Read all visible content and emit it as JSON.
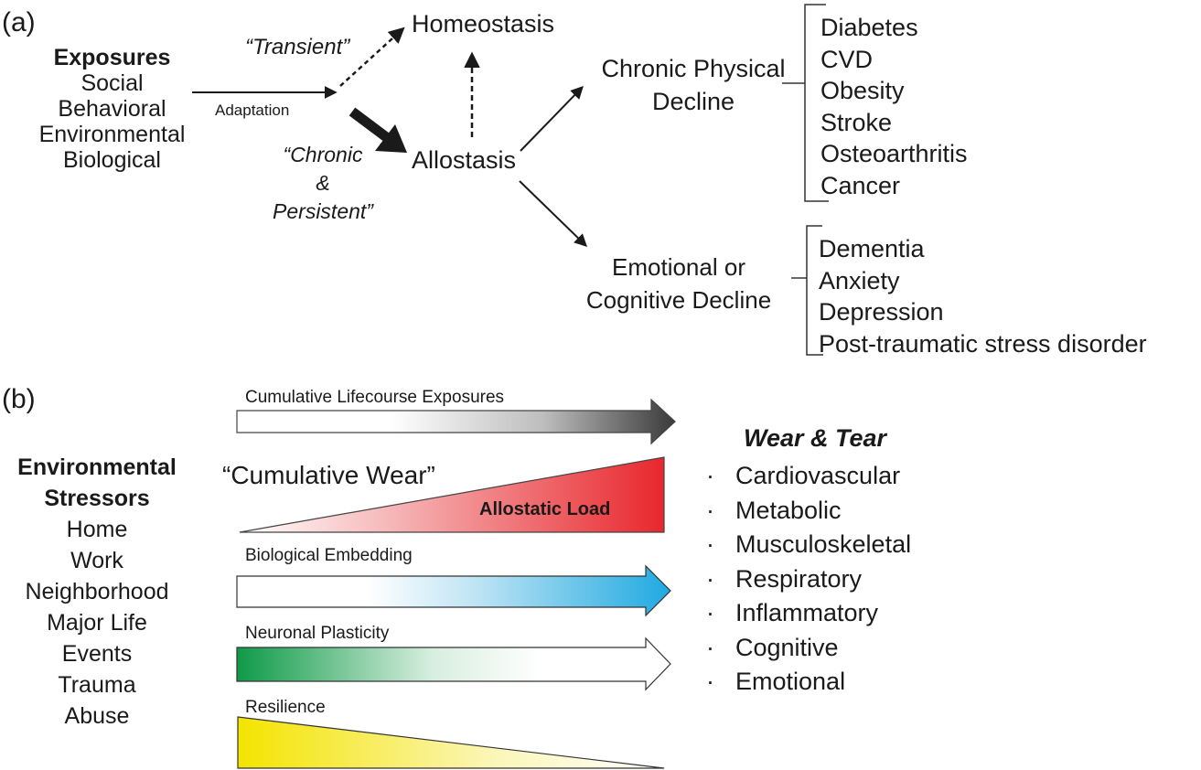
{
  "panel_a": {
    "label": "(a)",
    "exposures": {
      "title": "Exposures",
      "items": [
        "Social",
        "Behavioral",
        "Environmental",
        "Biological"
      ]
    },
    "adaptation_label": "Adaptation",
    "transient_label": "“Transient”",
    "chronic_label": [
      "“Chronic",
      "&",
      "Persistent”"
    ],
    "homeostasis": "Homeostasis",
    "allostasis": "Allostasis",
    "chronic_physical": {
      "title": [
        "Chronic Physical",
        "Decline"
      ],
      "items": [
        "Diabetes",
        "CVD",
        "Obesity",
        "Stroke",
        "Osteoarthritis",
        "Cancer"
      ]
    },
    "emotional_cognitive": {
      "title": [
        "Emotional or",
        "Cognitive Decline"
      ],
      "items": [
        "Dementia",
        "Anxiety",
        "Depression",
        "Post-traumatic stress disorder"
      ]
    }
  },
  "panel_b": {
    "label": "(b)",
    "stressors": {
      "title": [
        "Environmental",
        "Stressors"
      ],
      "items": [
        "Home",
        "Work",
        "Neighborhood",
        "Major Life",
        "Events",
        "Trauma",
        "Abuse"
      ]
    },
    "cumulative_exposures": "Cumulative Lifecourse Exposures",
    "cumulative_wear": "“Cumulative Wear”",
    "allostatic_load": "Allostatic Load",
    "biological_embedding": "Biological Embedding",
    "neuronal_plasticity": "Neuronal Plasticity",
    "resilience": "Resilience",
    "wear_tear": {
      "title": "Wear & Tear",
      "bullet": "·",
      "items": [
        "Cardiovascular",
        "Metabolic",
        "Musculoskeletal",
        "Respiratory",
        "Inflammatory",
        "Cognitive",
        "Emotional"
      ]
    },
    "colors": {
      "exposures_dark": "#3a3a3a",
      "allostatic_red": "#e8272d",
      "embedding_blue": "#1fa9e1",
      "plasticity_green": "#0e9a48",
      "resilience_yellow": "#f4e400"
    }
  }
}
